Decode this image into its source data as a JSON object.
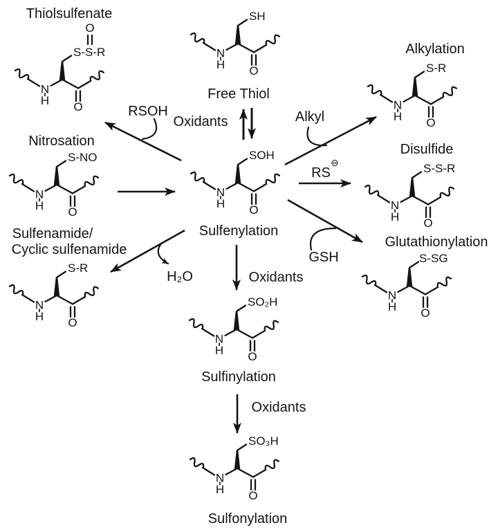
{
  "colors": {
    "ink": "#141414",
    "background": "#ffffff"
  },
  "atoms": {
    "nitrogen": "N",
    "hydrogen": "H",
    "oxygen": "O"
  },
  "molecules": {
    "thiolsulfenate": {
      "label": "Thiolsulfenate",
      "substituent": "S-S-R",
      "oxide": "O"
    },
    "free_thiol": {
      "label": "Free Thiol",
      "substituent": "SH"
    },
    "nitrosation": {
      "label": "Nitrosation",
      "substituent": "S-NO"
    },
    "sulfenylation": {
      "label": "Sulfenylation",
      "substituent": "SOH"
    },
    "alkylation": {
      "label": "Alkylation",
      "substituent": "S-R"
    },
    "disulfide": {
      "label": "Disulfide",
      "substituent": "S-S-R"
    },
    "glutathionylation": {
      "label": "Glutathionylation",
      "substituent": "S-SG"
    },
    "sulfenamide": {
      "label_line1": "Sulfenamide/",
      "label_line2": "Cyclic sulfenamide",
      "substituent": "S-R"
    },
    "sulfinylation": {
      "label": "Sulfinylation",
      "substituent": "SO₂H"
    },
    "sulfonylation": {
      "label": "Sulfonylation",
      "substituent": "SO₃H"
    }
  },
  "reagents": {
    "rsoh": "RSOH",
    "oxidants_top": "Oxidants",
    "alkyl": "Alkyl",
    "thiolate": "RS",
    "thiolate_charge": "⊖",
    "gsh": "GSH",
    "water": "H₂O",
    "oxidants_mid": "Oxidants",
    "oxidants_bottom": "Oxidants"
  }
}
